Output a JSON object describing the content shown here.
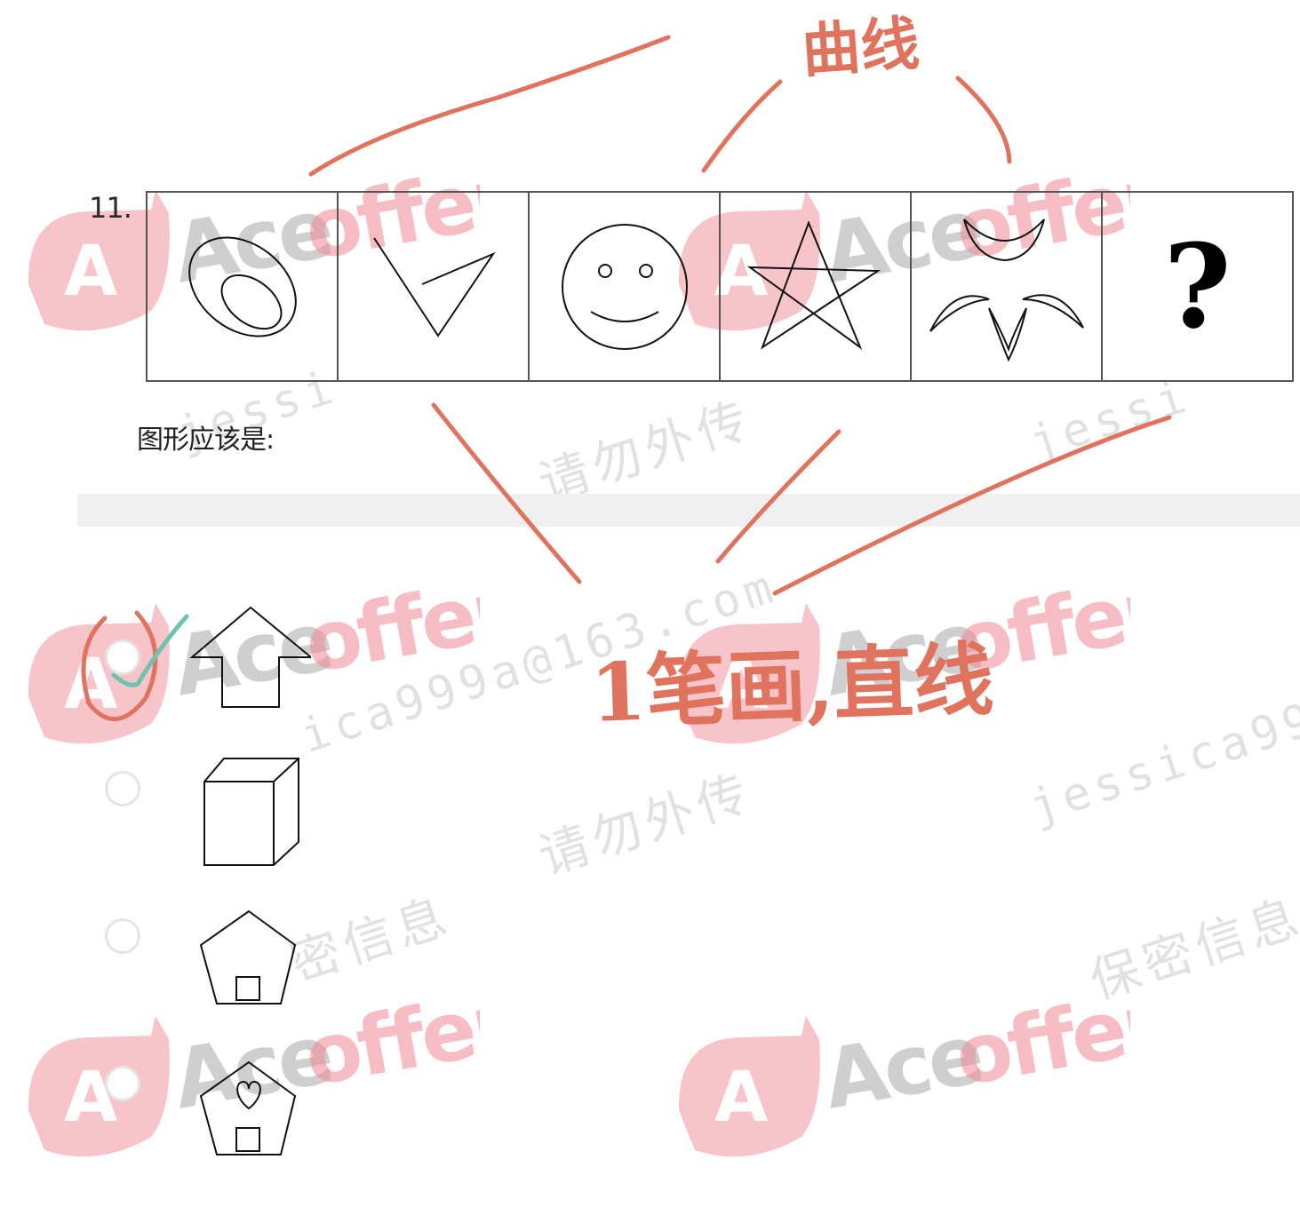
{
  "question": {
    "number": "11.",
    "prompt": "图形应该是:",
    "sequence": [
      {
        "figure": "nested-ellipses"
      },
      {
        "figure": "open-triangle-lines"
      },
      {
        "figure": "smiley-face"
      },
      {
        "figure": "pentagram"
      },
      {
        "figure": "four-crescents"
      },
      {
        "figure": "question-mark",
        "text": "?"
      }
    ]
  },
  "options": [
    {
      "figure": "arrow-up",
      "selected": true
    },
    {
      "figure": "cube",
      "selected": false
    },
    {
      "figure": "pentagon-house",
      "selected": false
    },
    {
      "figure": "pentagon-house-heart",
      "selected": false
    }
  ],
  "annotations": {
    "top_label": "曲线",
    "bottom_label": "1笔画,直线",
    "ink_color": "#e0735e",
    "check_color": "#6cc4b0"
  },
  "watermarks": {
    "brand_a": "A",
    "brand_ace": "Ace",
    "brand_offer": "offer",
    "notice_1": "请勿外传",
    "notice_2": "请勿外传",
    "secret_1": "密信息",
    "secret_2": "保密信息",
    "email_1": "ica999a@163.com",
    "email_2": "jessica99",
    "user_1": "jessi",
    "user_2": "jessi",
    "colors": {
      "red": "#f08a95",
      "gray": "#c8c8c8"
    }
  }
}
